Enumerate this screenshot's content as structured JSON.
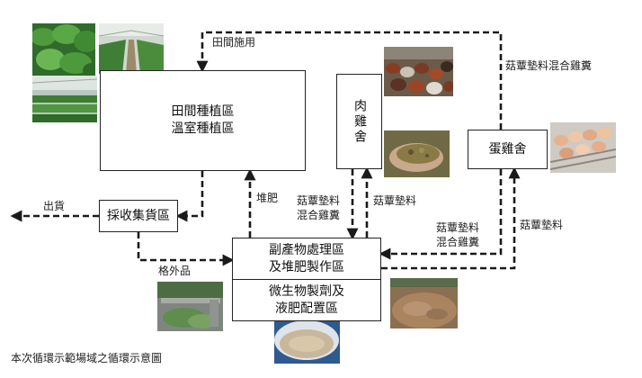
{
  "nodes": {
    "field": {
      "line1": "田間種植區",
      "line2": "溫室種植區"
    },
    "broiler": {
      "label": "肉雞舍"
    },
    "layer": {
      "label": "蛋雞舍"
    },
    "harvest": {
      "label": "採收集貨區"
    },
    "processing": {
      "line1": "副產物處理區",
      "line2": "及堆肥製作區",
      "line3": "微生物製劑及",
      "line4": "液肥配置區"
    }
  },
  "edge_labels": {
    "field_application": "田間施用",
    "shipping": "出貨",
    "compost": "堆肥",
    "substandard": "格外品",
    "litter_to_broiler": "菇蕈墊料",
    "broiler_litter_l1": "菇蕈墊料",
    "broiler_litter_l2": "混合雞糞",
    "layer_litter_top": "菇蕈墊料混合雞糞",
    "layer_litter_l1": "菇蕈墊料",
    "layer_litter_l2": "混合雞糞",
    "litter_to_layer": "菇蕈墊料"
  },
  "caption": "本次循環示範場域之循環示意圖",
  "photos": [
    {
      "name": "vegetable-photo",
      "subject": "green leafy vegetables"
    },
    {
      "name": "greenhouse-photo-1",
      "subject": "greenhouse rows"
    },
    {
      "name": "greenhouse-photo-2",
      "subject": "greenhouse seedlings"
    },
    {
      "name": "broiler-chickens-photo",
      "subject": "broiler chickens"
    },
    {
      "name": "litter-in-hand-photo",
      "subject": "mushroom litter held in hand"
    },
    {
      "name": "eggs-photo",
      "subject": "eggs"
    },
    {
      "name": "harvest-waste-photo",
      "subject": "harvest waste"
    },
    {
      "name": "compost-pile-photo",
      "subject": "compost pile"
    },
    {
      "name": "microbial-tank-photo",
      "subject": "microbial liquid fertilizer tank"
    }
  ],
  "colors": {
    "line": "#1a1a1a",
    "box_border": "#222222"
  }
}
